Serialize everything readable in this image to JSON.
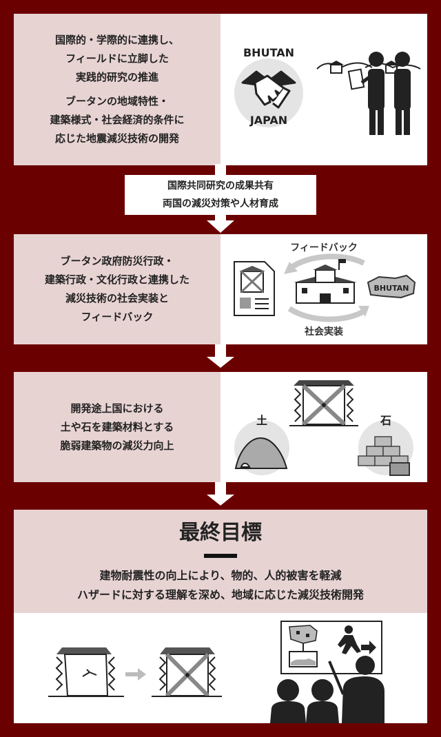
{
  "panel1": {
    "lines_a": [
      "国際的・学際的に連携し、",
      "フィールドに立脚した",
      "実践的研究の推進"
    ],
    "lines_b": [
      "ブータンの地域特性・",
      "建築様式・社会経済的条件に",
      "応じた地震減災技術の開発"
    ],
    "logo_top": "BHUTAN",
    "logo_bottom": "JAPAN"
  },
  "middle": {
    "lines": [
      "国際共同研究の成果共有",
      "両国の減災対策や人材育成"
    ]
  },
  "panel2": {
    "lines": [
      "ブータン政府防災行政・",
      "建築行政・文化行政と連携した",
      "減災技術の社会実装と",
      "フィードバック"
    ],
    "feedback_label": "フィードバック",
    "implement_label": "社会実装",
    "map_label": "BHUTAN"
  },
  "panel3": {
    "lines": [
      "開発途上国における",
      "土や石を建築材料とする",
      "脆弱建築物の減災力向上"
    ],
    "earth_label": "土",
    "stone_label": "石"
  },
  "goal": {
    "title": "最終目標",
    "lines": [
      "建物耐震性の向上により、物的、人的被害を軽減",
      "ハザードに対する理解を深め、地域に応じた減災技術開発"
    ]
  },
  "colors": {
    "background": "#6b0000",
    "panel_text_bg": "#e8d3d3",
    "panel_image_bg": "#ffffff",
    "ink": "#222222"
  }
}
